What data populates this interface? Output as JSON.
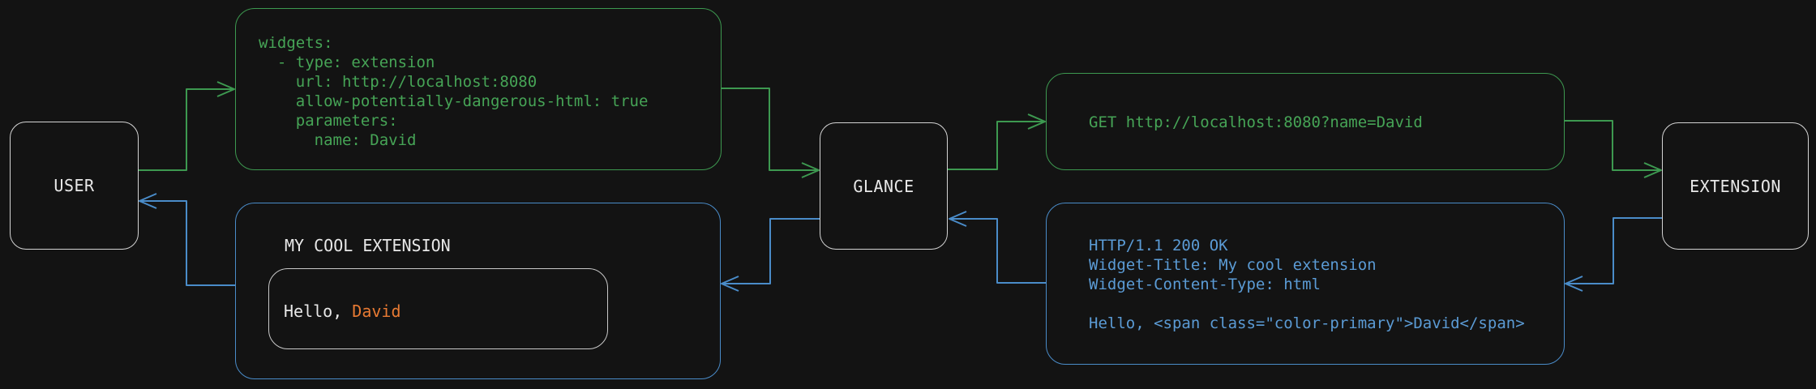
{
  "colors": {
    "bg": "#131313",
    "green": "#3d9950",
    "blue": "#4a8cc9",
    "orange": "#e87a33",
    "text_green": "#46a456",
    "text_blue": "#5b9bd5",
    "text_light": "#e8e8e8",
    "node_border": "#d4d4d4",
    "inner_border": "#c9c9c9"
  },
  "nodes": {
    "user": "USER",
    "glance": "GLANCE",
    "extension": "EXTENSION"
  },
  "config_box": {
    "code": "widgets:\n  - type: extension\n    url: http://localhost:8080\n    allow-potentially-dangerous-html: true\n    parameters:\n      name: David"
  },
  "request_box": {
    "code": "GET http://localhost:8080?name=David"
  },
  "response_box": {
    "code": "HTTP/1.1 200 OK\nWidget-Title: My cool extension\nWidget-Content-Type: html\n\nHello, <span class=\"color-primary\">David</span>"
  },
  "widget_box": {
    "title": "MY COOL EXTENSION",
    "greeting_prefix": "Hello, ",
    "greeting_name": "David"
  }
}
